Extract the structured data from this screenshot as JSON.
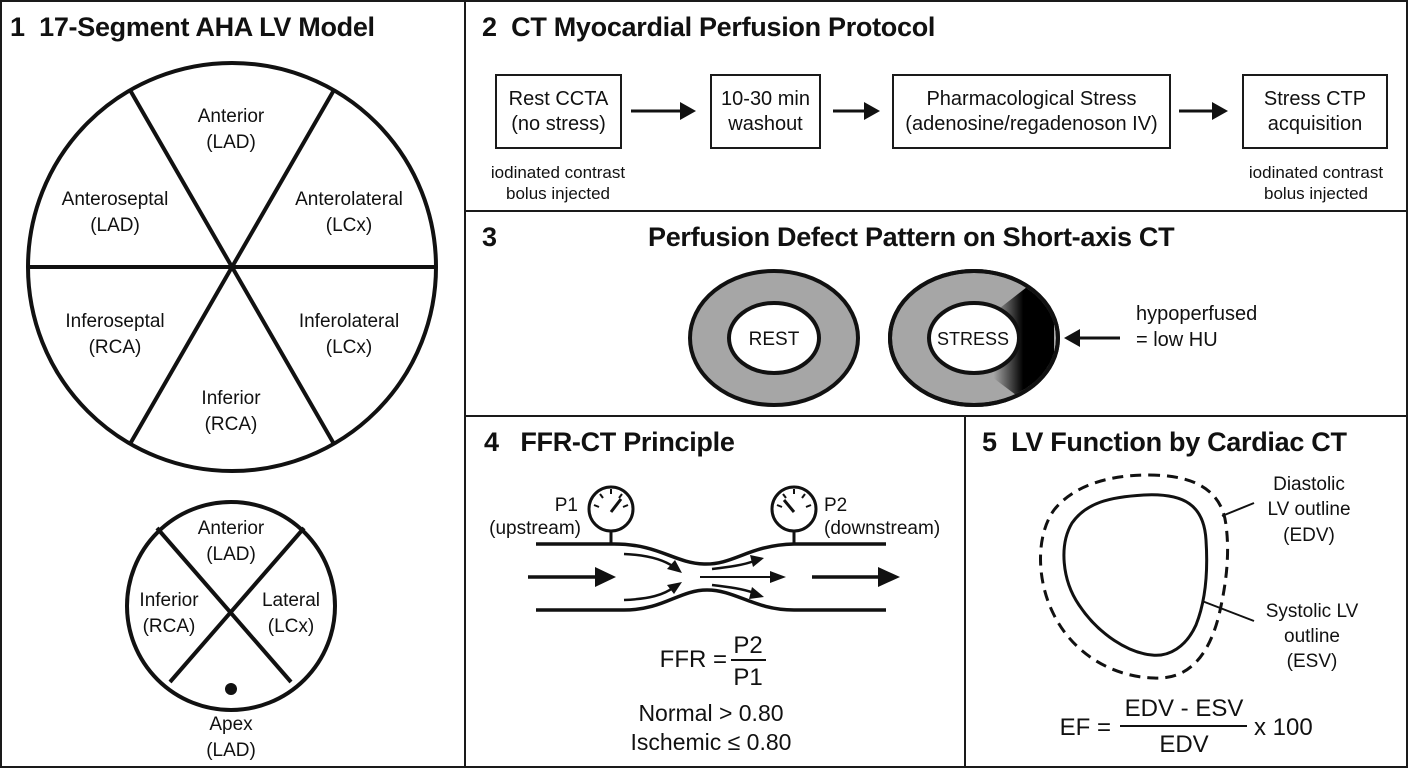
{
  "panels": {
    "p1": {
      "number": "1",
      "title": "17-Segment AHA LV Model",
      "basal_ring": [
        {
          "name": "Anterior",
          "artery": "(LAD)"
        },
        {
          "name": "Anterolateral",
          "artery": "(LCx)"
        },
        {
          "name": "Inferolateral",
          "artery": "(LCx)"
        },
        {
          "name": "Inferior",
          "artery": "(RCA)"
        },
        {
          "name": "Inferoseptal",
          "artery": "(RCA)"
        },
        {
          "name": "Anteroseptal",
          "artery": "(LAD)"
        }
      ],
      "apical_ring": [
        {
          "name": "Anterior",
          "artery": "(LAD)"
        },
        {
          "name": "Lateral",
          "artery": "(LCx)"
        },
        {
          "name": "Inferior",
          "artery": "(RCA)"
        }
      ],
      "apex": {
        "name": "Apex",
        "artery": "(LAD)"
      }
    },
    "p2": {
      "number": "2",
      "title": "CT Myocardial Perfusion Protocol",
      "steps": [
        {
          "line1": "Rest CCTA",
          "line2": "(no stress)"
        },
        {
          "line1": "10-30 min",
          "line2": "washout"
        },
        {
          "line1": "Pharmacological Stress",
          "line2": "(adenosine/regadenoson IV)"
        },
        {
          "line1": "Stress CTP",
          "line2": "acquisition"
        }
      ],
      "note_rest": {
        "line1": "iodinated contrast",
        "line2": "bolus injected"
      },
      "note_stress": {
        "line1": "iodinated contrast",
        "line2": "bolus injected"
      }
    },
    "p3": {
      "number": "3",
      "title": "Perfusion Defect Pattern on Short-axis CT",
      "rest_label": "REST",
      "stress_label": "STRESS",
      "defect_line1": "hypoperfused",
      "defect_line2": "= low HU",
      "colors": {
        "myocardium": "#a6a6a6",
        "defect": "#000000"
      }
    },
    "p4": {
      "number": "4",
      "title": "FFR-CT Principle",
      "p1_label": "P1",
      "p1_sub": "(upstream)",
      "p2_label": "P2",
      "p2_sub": "(downstream)",
      "formula_lhs": "FFR =",
      "formula_num": "P2",
      "formula_den": "P1",
      "normal": "Normal > 0.80",
      "ischemic": "Ischemic ≤ 0.80"
    },
    "p5": {
      "number": "5",
      "title": "LV Function by Cardiac CT",
      "diastolic": {
        "line1": "Diastolic",
        "line2": "LV outline",
        "line3": "(EDV)"
      },
      "systolic": {
        "line1": "Systolic LV",
        "line2": "outline",
        "line3": "(ESV)"
      },
      "formula_lhs": "EF =",
      "formula_num": "EDV - ESV",
      "formula_den": "EDV",
      "formula_mult": "x 100"
    }
  }
}
